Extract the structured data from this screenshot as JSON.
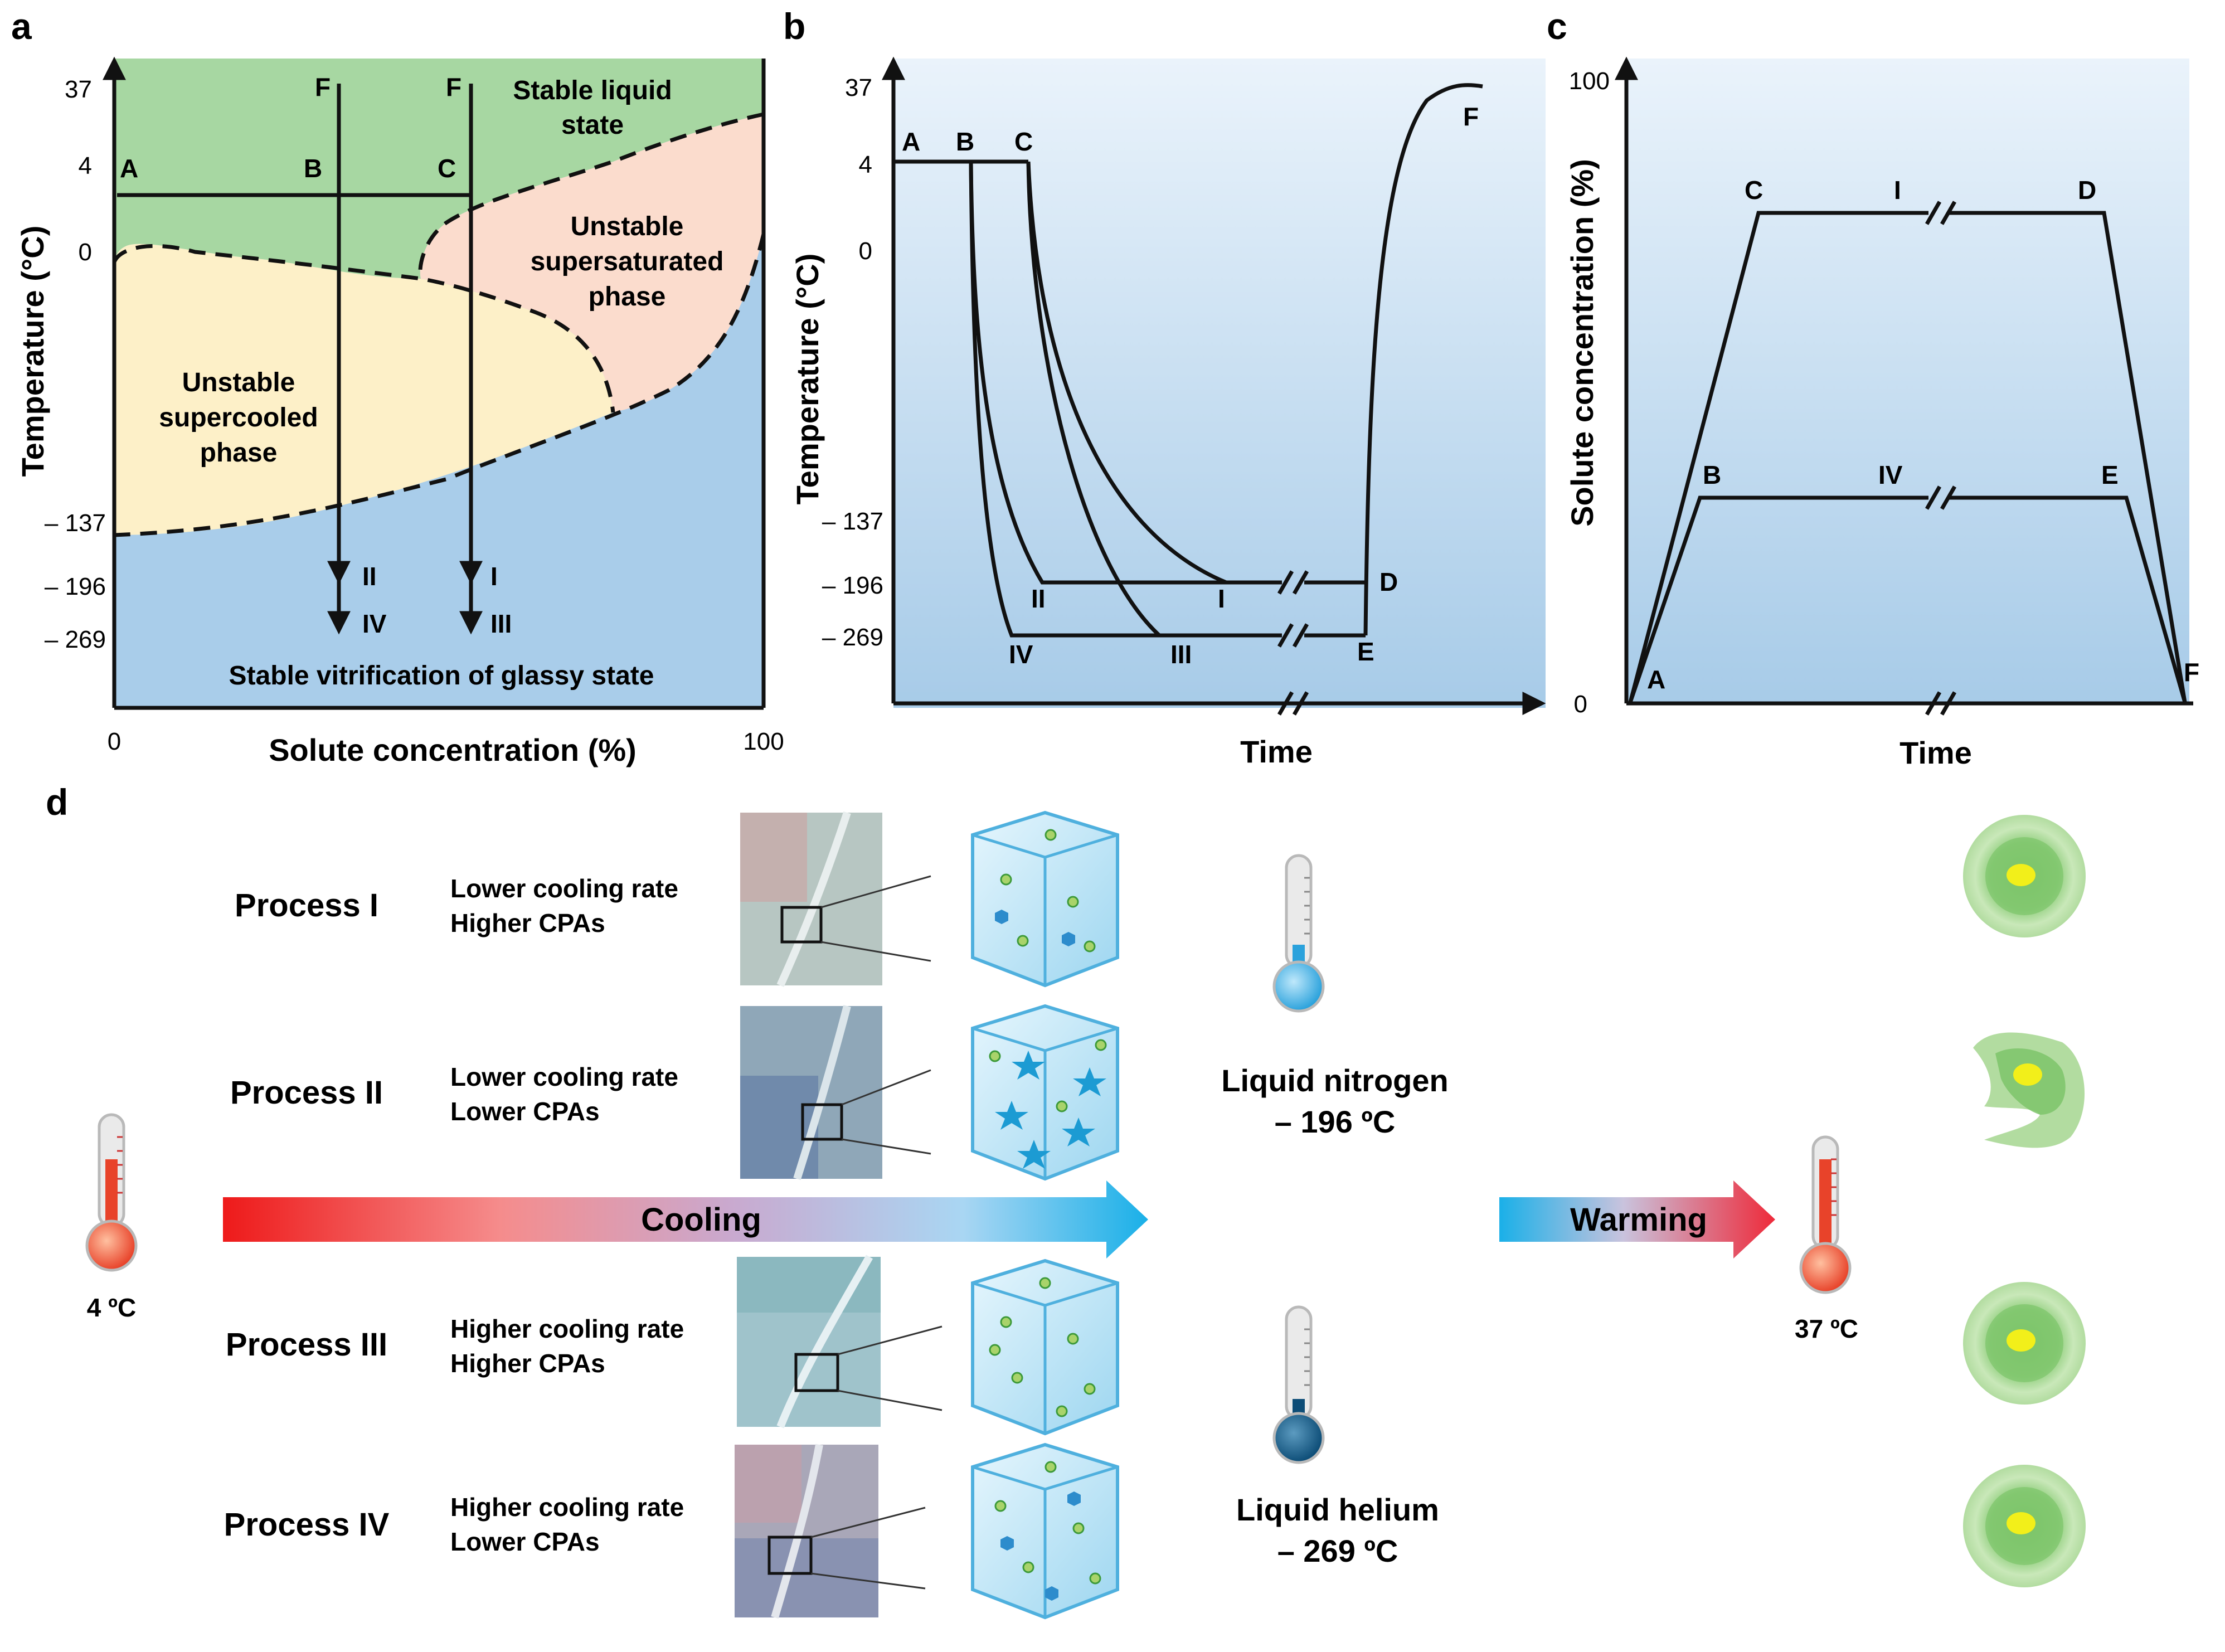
{
  "panel_labels": {
    "a": "a",
    "b": "b",
    "c": "c",
    "d": "d"
  },
  "panel_a": {
    "ylabel": "Temperature (°C)",
    "xlabel": "Solute concentration (%)",
    "y_ticks": [
      "37",
      "4",
      "0",
      "– 137",
      "– 196",
      "– 269"
    ],
    "x_ticks": [
      "0",
      "100"
    ],
    "regions": {
      "stable_liquid": [
        "Stable liquid",
        "state"
      ],
      "supersaturated": [
        "Unstable",
        "supersaturated",
        "phase"
      ],
      "supercooled": [
        "Unstable",
        "supercooled",
        "phase"
      ],
      "glassy": "Stable vitrification of glassy state"
    },
    "points": {
      "A": "A",
      "B": "B",
      "C": "C",
      "F1": "F",
      "F2": "F"
    },
    "path_labels": {
      "II": "II",
      "IV": "IV",
      "I": "I",
      "III": "III"
    },
    "colors": {
      "liquid": "#a7d7a2",
      "supersaturated": "#fbdccd",
      "supercooled": "#fdf0c8",
      "glassy": "#a9cdea"
    }
  },
  "panel_b": {
    "ylabel": "Temperature (°C)",
    "xlabel": "Time",
    "y_ticks": [
      "37",
      "4",
      "0",
      "– 137",
      "– 196",
      "– 269"
    ],
    "points": {
      "A": "A",
      "B": "B",
      "C": "C",
      "D": "D",
      "E": "E",
      "F": "F"
    },
    "path_labels": {
      "I": "I",
      "II": "II",
      "III": "III",
      "IV": "IV"
    }
  },
  "panel_c": {
    "ylabel": "Solute concentration (%)",
    "xlabel": "Time",
    "y_ticks": [
      "100",
      "0"
    ],
    "points": {
      "A": "A",
      "B": "B",
      "C": "C",
      "D": "D",
      "E": "E",
      "F": "F"
    },
    "path_labels": {
      "I": "I",
      "IV": "IV"
    }
  },
  "panel_d": {
    "processes": [
      {
        "name": "Process I",
        "line1": "Lower cooling rate",
        "line2": "Higher CPAs",
        "crystals": false,
        "cell": "normal"
      },
      {
        "name": "Process II",
        "line1": "Lower cooling rate",
        "line2": "Lower CPAs",
        "crystals": true,
        "cell": "damaged"
      },
      {
        "name": "Process III",
        "line1": "Higher cooling rate",
        "line2": "Higher CPAs",
        "crystals": false,
        "cell": "normal"
      },
      {
        "name": "Process IV",
        "line1": "Higher cooling rate",
        "line2": "Lower CPAs",
        "crystals": false,
        "cell": "normal"
      }
    ],
    "start_temp": "4 ºC",
    "end_temp": "37 ºC",
    "cooling_label": "Cooling",
    "warming_label": "Warming",
    "nitrogen_name": "Liquid nitrogen",
    "nitrogen_temp": "– 196 ºC",
    "helium_name": "Liquid helium",
    "helium_temp": "– 269 ºC",
    "icons": {
      "start": "thermometer-red-icon",
      "nitrogen": "thermometer-light-blue-icon",
      "helium": "thermometer-dark-blue-icon",
      "end": "thermometer-red-icon"
    }
  }
}
